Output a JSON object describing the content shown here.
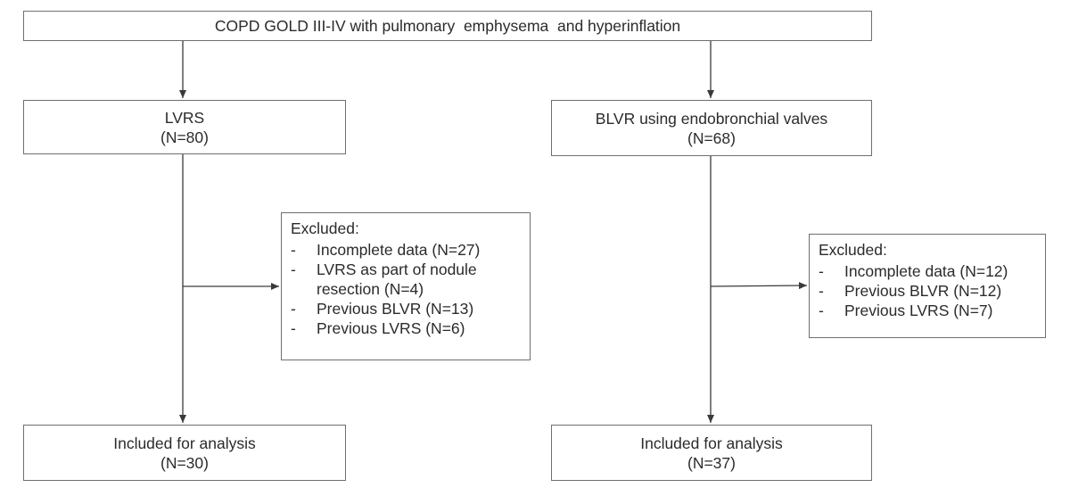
{
  "top_box": {
    "text": "COPD GOLD III-IV with pulmonary  emphysema  and hyperinflation"
  },
  "left_branch": {
    "group_title": "LVRS",
    "group_count": "(N=80)",
    "excluded": {
      "title": "Excluded:",
      "items": [
        {
          "dash": "-",
          "text": "Incomplete data (N=27)"
        },
        {
          "dash": "-",
          "text": "LVRS as part of nodule resection (N=4)"
        },
        {
          "dash": "-",
          "text": "Previous BLVR (N=13)"
        },
        {
          "dash": "-",
          "text": "Previous LVRS (N=6)"
        }
      ]
    },
    "included_title": "Included for analysis",
    "included_count": "(N=30)"
  },
  "right_branch": {
    "group_title": "BLVR using endobronchial valves",
    "group_count": "(N=68)",
    "excluded": {
      "title": "Excluded:",
      "items": [
        {
          "dash": "-",
          "text": "Incomplete data (N=12)"
        },
        {
          "dash": "-",
          "text": "Previous BLVR (N=12)"
        },
        {
          "dash": "-",
          "text": "Previous LVRS (N=7)"
        }
      ]
    },
    "included_title": "Included for analysis",
    "included_count": "(N=37)"
  },
  "colors": {
    "line": "#3a3a3a",
    "border": "#6f6f6f",
    "text": "#2b2b2b"
  }
}
